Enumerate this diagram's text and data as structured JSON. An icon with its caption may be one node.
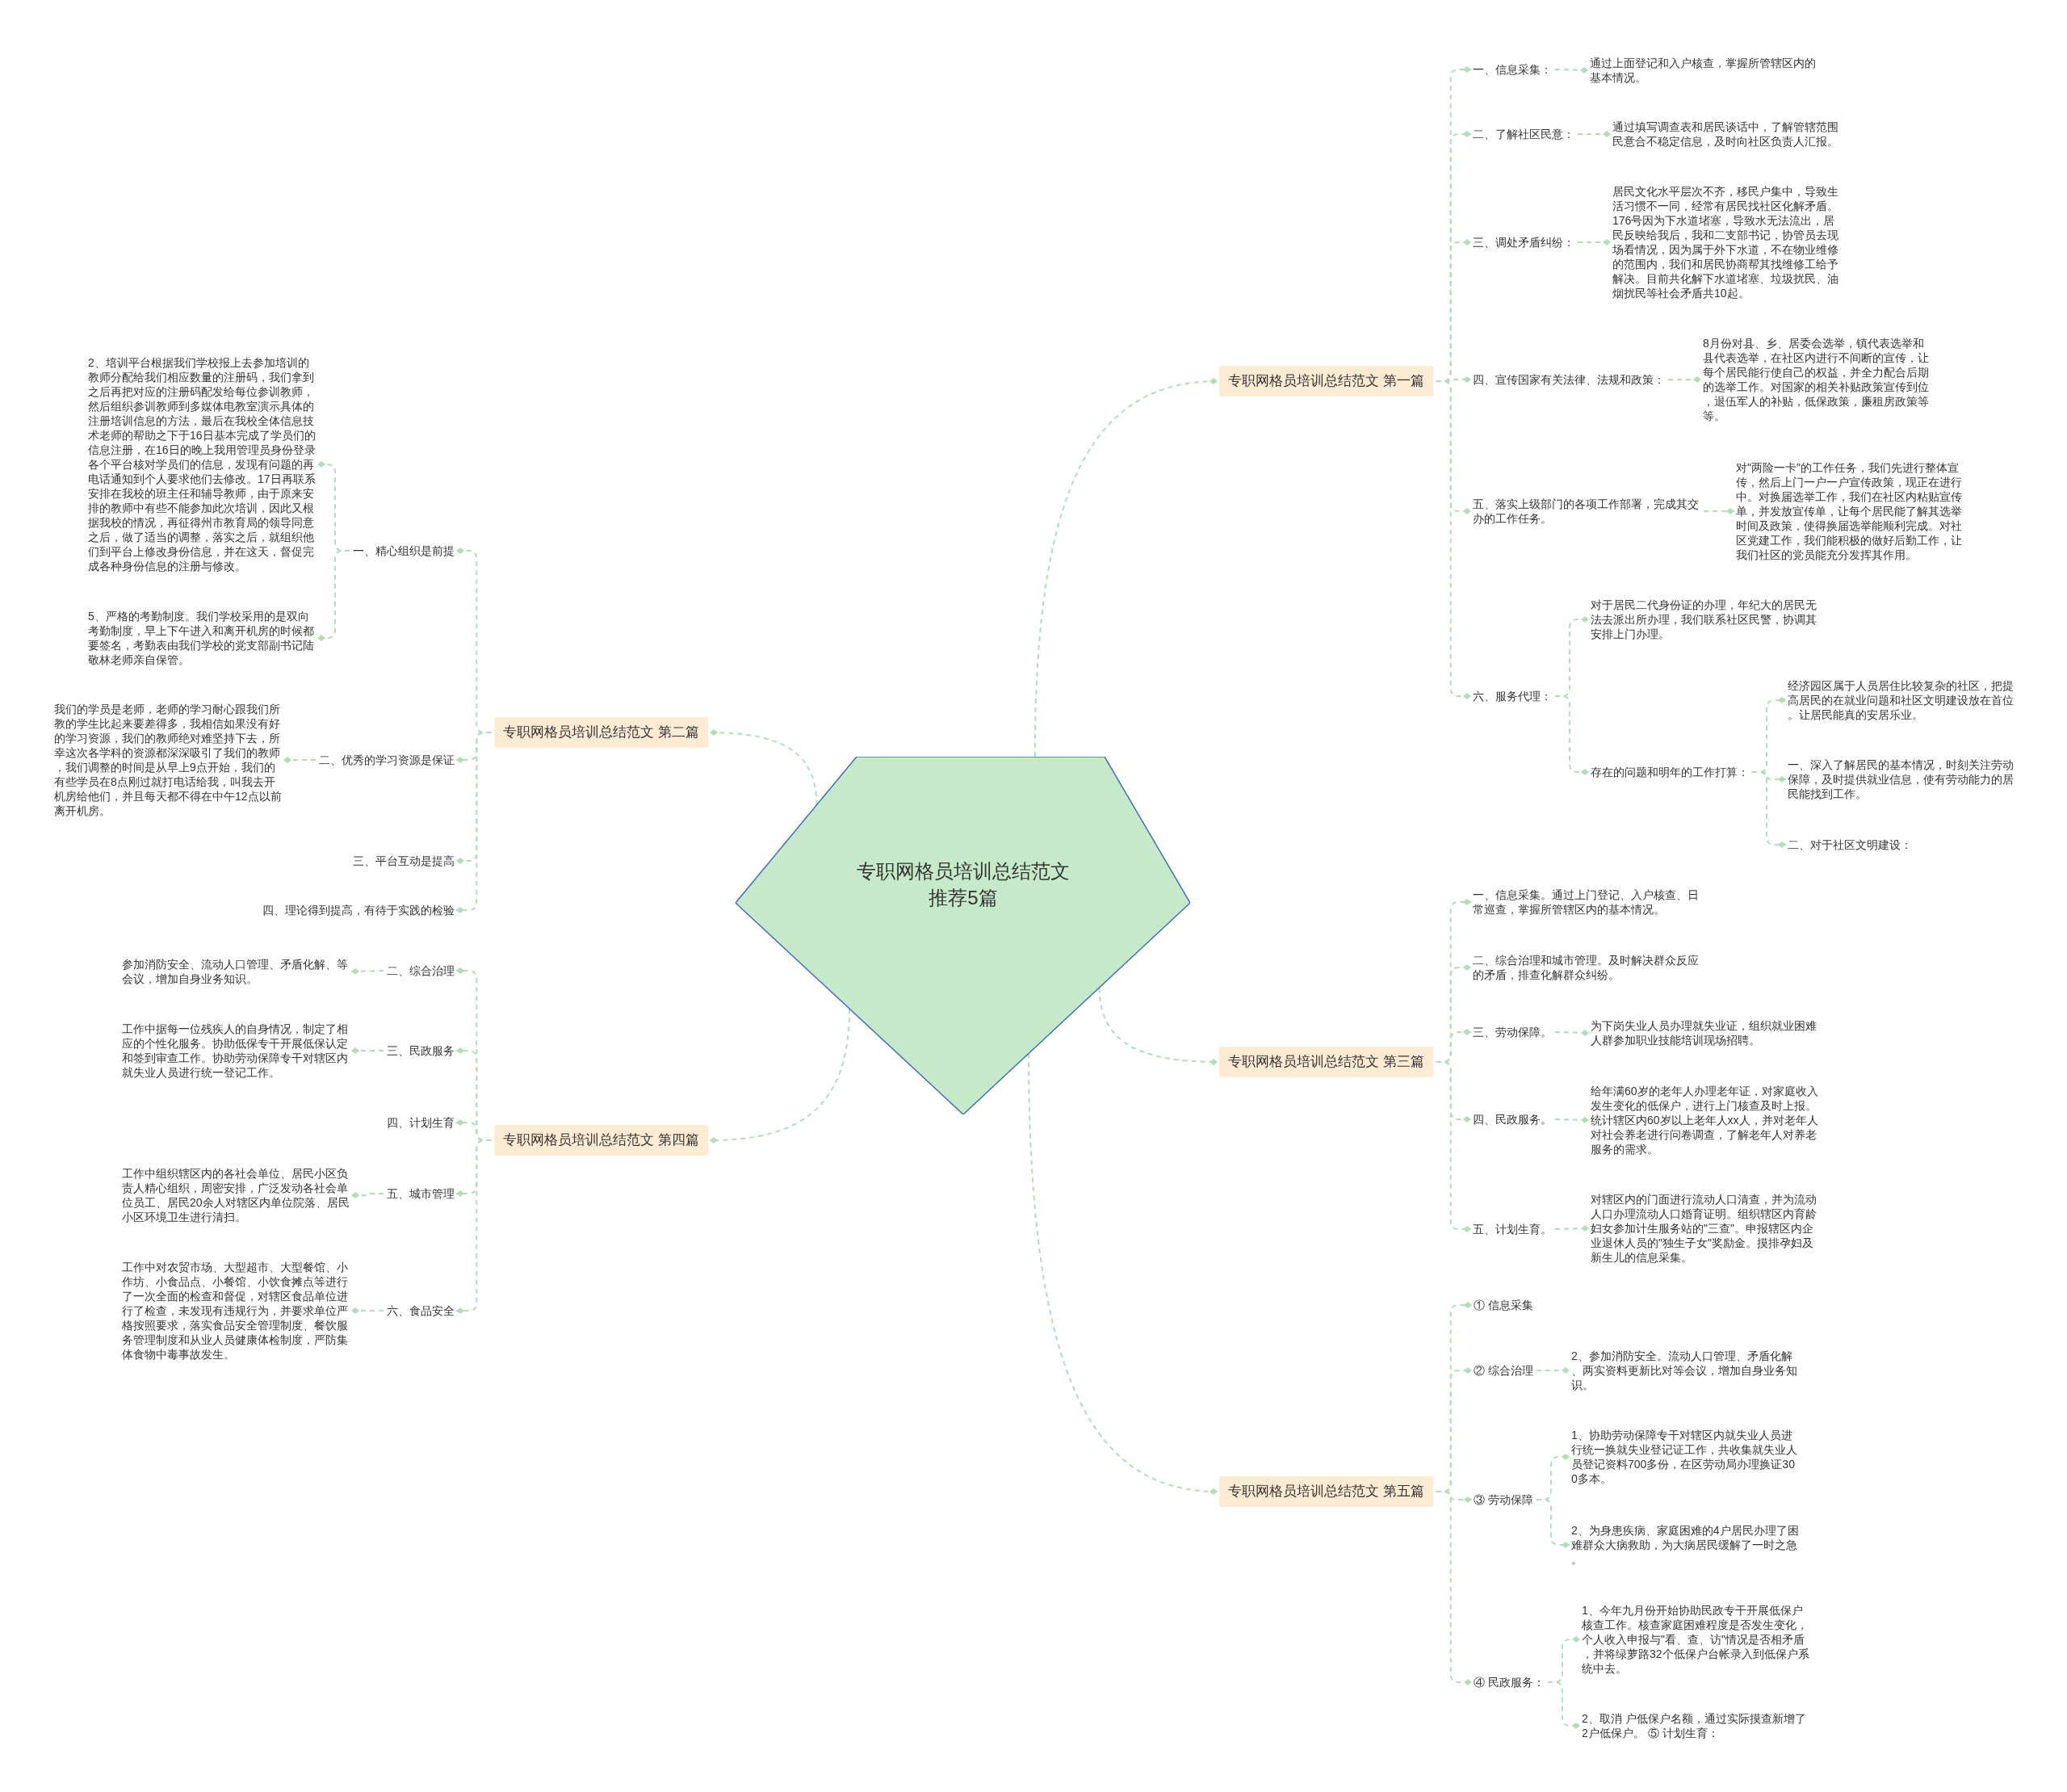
{
  "diagram": {
    "nodes": [
      {
        "text": [
          "专职网格员培训总结范文推荐5篇"
        ]
      },
      {
        "text": [
          "专职网格员培训总结范文 第一篇"
        ]
      },
      {
        "text": [
          "一、信息采集："
        ]
      },
      {
        "text": [
          "通过上面登记和入户核查，掌握所管辖区内的基本情况。"
        ]
      },
      {
        "text": [
          "二、了解社区民意："
        ]
      },
      {
        "text": [
          "通过填写调查表和居民谈话中，了解管辖范围民意合不稳定信息，及时向社区负责人汇报。"
        ]
      },
      {
        "text": [
          "三、调处矛盾纠纷："
        ]
      },
      {
        "text": [
          "居民文化水平层次不齐，移民户集中，导致生活习惯不一同，经常有居民找社区化解矛盾。176号因为下水道堵塞，导致水无法流出，居民反映给我后，我和二支部书记，协管员去现场看情况，因为属于外下水道，不在物业维修的范围内，我们和居民协商帮其找维修工给予解决。目前共化解下水道堵塞、垃圾扰民、油烟扰民等社会矛盾共10起。"
        ]
      },
      {
        "text": [
          "四、宣传国家有关法律、法规和政策："
        ]
      },
      {
        "text": [
          "8月份对县、乡、居委会选举，镇代表选举和县代表选举，在社区内进行不间断的宣传，让每个居民能行使自己的权益，并全力配合后期的选举工作。对国家的相关补贴政策宣传到位，退伍军人的补贴，低保政策，廉租房政策等等。"
        ]
      },
      {
        "text": [
          "五、落实上级部门的各项工作部署，完成其交办的工作任务。"
        ]
      },
      {
        "text": [
          "对\"两险一卡\"的工作任务，我们先进行整体宣传，然后上门一户一户宣传政策，现正在进行中。对换届选举工作，我们在社区内粘贴宣传单，并发放宣传单，让每个居民能了解其选举时间及政策，使得换届选举能顺利完成。对社区党建工作，我们能积极的做好后勤工作，让我们社区的党员能充分发挥其作用。"
        ]
      },
      {
        "text": [
          "六、服务代理："
        ]
      },
      {
        "text": [
          "对于居民二代身份证的办理，年纪大的居民无法去派出所办理，我们联系社区民警，协调其安排上门办理。"
        ]
      },
      {
        "text": [
          "存在的问题和明年的工作打算："
        ]
      },
      {
        "text": [
          "经济园区属于人员居住比较复杂的社区，把提高居民的在就业问题和社区文明建设放在首位。让居民能真的安居乐业。"
        ]
      },
      {
        "text": [
          "一、深入了解居民的基本情况，时刻关注劳动保障，及时提供就业信息，使有劳动能力的居民能找到工作。"
        ]
      },
      {
        "text": [
          "二、对于社区文明建设："
        ]
      },
      {
        "text": [
          "专职网格员培训总结范文 第二篇"
        ]
      },
      {
        "text": [
          "一、精心组织是前提"
        ]
      },
      {
        "text": [
          "2、培训平台根据我们学校报上去参加培训的教师分配给我们相应数量的注册码，我们拿到之后再把对应的注册码配发给每位参训教师，然后组织参训教师到多媒体电教室演示具体的注册培训信息的方法，最后在我校全体信息技术老师的帮助之下于16日基本完成了学员们的信息注册，在16日的晚上我用管理员身份登录各个平台核对学员们的信息，发现有问题的再电话通知到个人要求他们去修改。17日再联系安排在我校的班主任和辅导教师，由于原来安排的教师中有些不能参加此次培训，因此又根据我校的情况，再征得州市教育局的领导同意之后，做了适当的调整，落实之后，就组织他们到平台上修改身份信息，并在这天，督促完成各种身份信息的注册与修改。"
        ]
      },
      {
        "text": [
          "5、严格的考勤制度。我们学校采用的是双向考勤制度，早上下午进入和离开机房的时候都要签名，考勤表由我们学校的党支部副书记陆敬林老师亲自保管。"
        ]
      },
      {
        "text": [
          "二、优秀的学习资源是保证"
        ]
      },
      {
        "text": [
          "我们的学员是老师，老师的学习耐心跟我们所教的学生比起来要差得多，我相信如果没有好的学习资源，我们的教师绝对难坚持下去，所幸这次各学科的资源都深深吸引了我们的教师，我们调整的时间是从早上9点开始，我们的有些学员在8点刚过就打电话给我，叫我去开机房给他们，并且每天都不得在中午12点以前离开机房。"
        ]
      },
      {
        "text": [
          "三、平台互动是提高"
        ]
      },
      {
        "text": [
          "四、理论得到提高，有待于实践的检验"
        ]
      },
      {
        "text": [
          "专职网格员培训总结范文 第三篇"
        ]
      },
      {
        "text": [
          "一、信息采集。通过上门登记、入户核查、日常巡查，掌握所管辖区内的基本情况。"
        ]
      },
      {
        "text": [
          "二、综合治理和城市管理。及时解决群众反应的矛盾，排查化解群众纠纷。"
        ]
      },
      {
        "text": [
          "三、劳动保障。"
        ]
      },
      {
        "text": [
          "为下岗失业人员办理就失业证，组织就业困难人群参加职业技能培训现场招聘。"
        ]
      },
      {
        "text": [
          "四、民政服务。"
        ]
      },
      {
        "text": [
          "给年满60岁的老年人办理老年证，对家庭收入发生变化的低保户，进行上门核查及时上报。统计辖区内60岁以上老年人xx人，并对老年人对社会养老进行问卷调查，了解老年人对养老服务的需求。"
        ]
      },
      {
        "text": [
          "五、计划生育。"
        ]
      },
      {
        "text": [
          "对辖区内的门面进行流动人口清查，并为流动人口办理流动人口婚育证明。组织辖区内育龄妇女参加计生服务站的\"三查\"。申报辖区内企业退休人员的\"独生子女\"奖励金。摸排孕妇及新生儿的信息采集。"
        ]
      },
      {
        "text": [
          "专职网格员培训总结范文 第四篇"
        ]
      },
      {
        "text": [
          "二、综合治理"
        ]
      },
      {
        "text": [
          "参加消防安全、流动人口管理、矛盾化解、等会议，增加自身业务知识。"
        ]
      },
      {
        "text": [
          "三、民政服务"
        ]
      },
      {
        "text": [
          "工作中据每一位残疾人的自身情况，制定了相应的个性化服务。协助低保专干开展低保认定和签到审查工作。协助劳动保障专干对辖区内就失业人员进行统一登记工作。"
        ]
      },
      {
        "text": [
          "四、计划生育"
        ]
      },
      {
        "text": [
          "五、城市管理"
        ]
      },
      {
        "text": [
          "工作中组织辖区内的各社会单位、居民小区负责人精心组织，周密安排，广泛发动各社会单位员工、居民20余人对辖区内单位院落、居民小区环境卫生进行清扫。"
        ]
      },
      {
        "text": [
          "六、食品安全"
        ]
      },
      {
        "text": [
          "工作中对农贸市场、大型超市、大型餐馆、小作坊、小食品点、小餐馆、小饮食摊点等进行了一次全面的检查和督促，对辖区食品单位进行了检查，未发现有违规行为，并要求单位严格按照要求，落实食品安全管理制度、餐饮服务管理制度和从业人员健康体检制度，严防集体食物中毒事故发生。"
        ]
      },
      {
        "text": [
          "专职网格员培训总结范文 第五篇"
        ]
      },
      {
        "text": [
          "① 信息采集"
        ]
      },
      {
        "text": [
          "② 综合治理"
        ]
      },
      {
        "text": [
          "2、参加消防安全。流动人口管理、矛盾化解、两实资料更新比对等会议，增加自身业务知识。"
        ]
      },
      {
        "text": [
          "③ 劳动保障"
        ]
      },
      {
        "text": [
          "1、协助劳动保障专干对辖区内就失业人员进行统一换就失业登记证工作，共收集就失业人员登记资料700多份，在区劳动局办理换证300多本。"
        ]
      },
      {
        "text": [
          "2、为身患疾病、家庭困难的4户居民办理了困难群众大病救助，为大病居民缓解了一时之急。"
        ]
      },
      {
        "text": [
          "④ 民政服务："
        ]
      },
      {
        "text": [
          "1、今年九月份开始协助民政专干开展低保户核查工作。核查家庭困难程度是否发生变化，个人收入申报与\"看、查、访\"情况是否相矛盾，并将绿萝路32个低保户台帐录入到低保户系统中去。"
        ]
      },
      {
        "text": [
          "2、取消 户低保户名额，通过实际摸查新增了2户低保户。 ⑤ 计划生育："
        ]
      }
    ],
    "edges": [
      {
        "from": 0,
        "to": 1,
        "arrow": "other"
      },
      {
        "from": 0,
        "to": 18,
        "arrow": "other"
      },
      {
        "from": 0,
        "to": 26,
        "arrow": "other"
      },
      {
        "from": 0,
        "to": 35,
        "arrow": "other"
      },
      {
        "from": 0,
        "to": 45,
        "arrow": "other"
      },
      {
        "from": 1,
        "to": 2,
        "arrow": "other"
      },
      {
        "from": 1,
        "to": 4,
        "arrow": "other"
      },
      {
        "from": 1,
        "to": 6,
        "arrow": "other"
      },
      {
        "from": 1,
        "to": 8,
        "arrow": "other"
      },
      {
        "from": 1,
        "to": 10,
        "arrow": "other"
      },
      {
        "from": 1,
        "to": 12,
        "arrow": "other"
      },
      {
        "from": 2,
        "to": 3,
        "arrow": "other"
      },
      {
        "from": 4,
        "to": 5,
        "arrow": "other"
      },
      {
        "from": 6,
        "to": 7,
        "arrow": "other"
      },
      {
        "from": 8,
        "to": 9,
        "arrow": "other"
      },
      {
        "from": 10,
        "to": 11,
        "arrow": "other"
      },
      {
        "from": 12,
        "to": 13,
        "arrow": "other"
      },
      {
        "from": 12,
        "to": 14,
        "arrow": "other"
      },
      {
        "from": 14,
        "to": 15,
        "arrow": "other"
      },
      {
        "from": 14,
        "to": 16,
        "arrow": "other"
      },
      {
        "from": 14,
        "to": 17,
        "arrow": "other"
      },
      {
        "from": 18,
        "to": 19,
        "arrow": "other"
      },
      {
        "from": 18,
        "to": 22,
        "arrow": "other"
      },
      {
        "from": 18,
        "to": 24,
        "arrow": "other"
      },
      {
        "from": 18,
        "to": 25,
        "arrow": "other"
      },
      {
        "from": 19,
        "to": 20,
        "arrow": "other"
      },
      {
        "from": 19,
        "to": 21,
        "arrow": "other"
      },
      {
        "from": 22,
        "to": 23,
        "arrow": "other"
      },
      {
        "from": 26,
        "to": 27,
        "arrow": "other"
      },
      {
        "from": 26,
        "to": 28,
        "arrow": "other"
      },
      {
        "from": 26,
        "to": 29,
        "arrow": "other"
      },
      {
        "from": 26,
        "to": 31,
        "arrow": "other"
      },
      {
        "from": 26,
        "to": 33,
        "arrow": "other"
      },
      {
        "from": 29,
        "to": 30,
        "arrow": "other"
      },
      {
        "from": 31,
        "to": 32,
        "arrow": "other"
      },
      {
        "from": 33,
        "to": 34,
        "arrow": "other"
      },
      {
        "from": 35,
        "to": 36,
        "arrow": "other"
      },
      {
        "from": 35,
        "to": 38,
        "arrow": "other"
      },
      {
        "from": 35,
        "to": 40,
        "arrow": "other"
      },
      {
        "from": 35,
        "to": 41,
        "arrow": "other"
      },
      {
        "from": 35,
        "to": 43,
        "arrow": "other"
      },
      {
        "from": 36,
        "to": 37,
        "arrow": "other"
      },
      {
        "from": 38,
        "to": 39,
        "arrow": "other"
      },
      {
        "from": 41,
        "to": 42,
        "arrow": "other"
      },
      {
        "from": 43,
        "to": 44,
        "arrow": "other"
      },
      {
        "from": 45,
        "to": 46,
        "arrow": "other"
      },
      {
        "from": 45,
        "to": 47,
        "arrow": "other"
      },
      {
        "from": 45,
        "to": 49,
        "arrow": "other"
      },
      {
        "from": 45,
        "to": 52,
        "arrow": "other"
      },
      {
        "from": 47,
        "to": 48,
        "arrow": "other"
      },
      {
        "from": 49,
        "to": 50,
        "arrow": "other"
      },
      {
        "from": 49,
        "to": 51,
        "arrow": "other"
      },
      {
        "from": 52,
        "to": 53,
        "arrow": "other"
      },
      {
        "from": 52,
        "to": 54,
        "arrow": "other"
      }
    ]
  }
}
